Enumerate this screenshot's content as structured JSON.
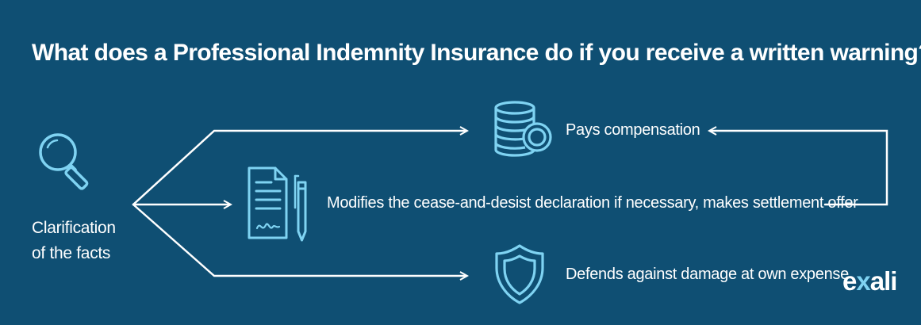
{
  "title": "What does a Professional Indemnity Insurance do if you receive a written warning?",
  "start": {
    "label_line1": "Clarification",
    "label_line2": "of the facts",
    "icon": "magnifying-glass-icon"
  },
  "outcomes": [
    {
      "label": "Pays compensation",
      "icon": "coin-stack-icon"
    },
    {
      "label": "Modifies the cease-and-desist declaration if necessary, makes settlement offer",
      "icon": "document-with-pen-icon"
    },
    {
      "label": "Defends against damage at own expense",
      "icon": "shield-icon"
    }
  ],
  "logo": {
    "part1": "e",
    "part2": "x",
    "part3": "ali"
  },
  "colors": {
    "background": "#0f4f73",
    "foreground": "#ffffff",
    "icon": "#7fd3f2"
  }
}
